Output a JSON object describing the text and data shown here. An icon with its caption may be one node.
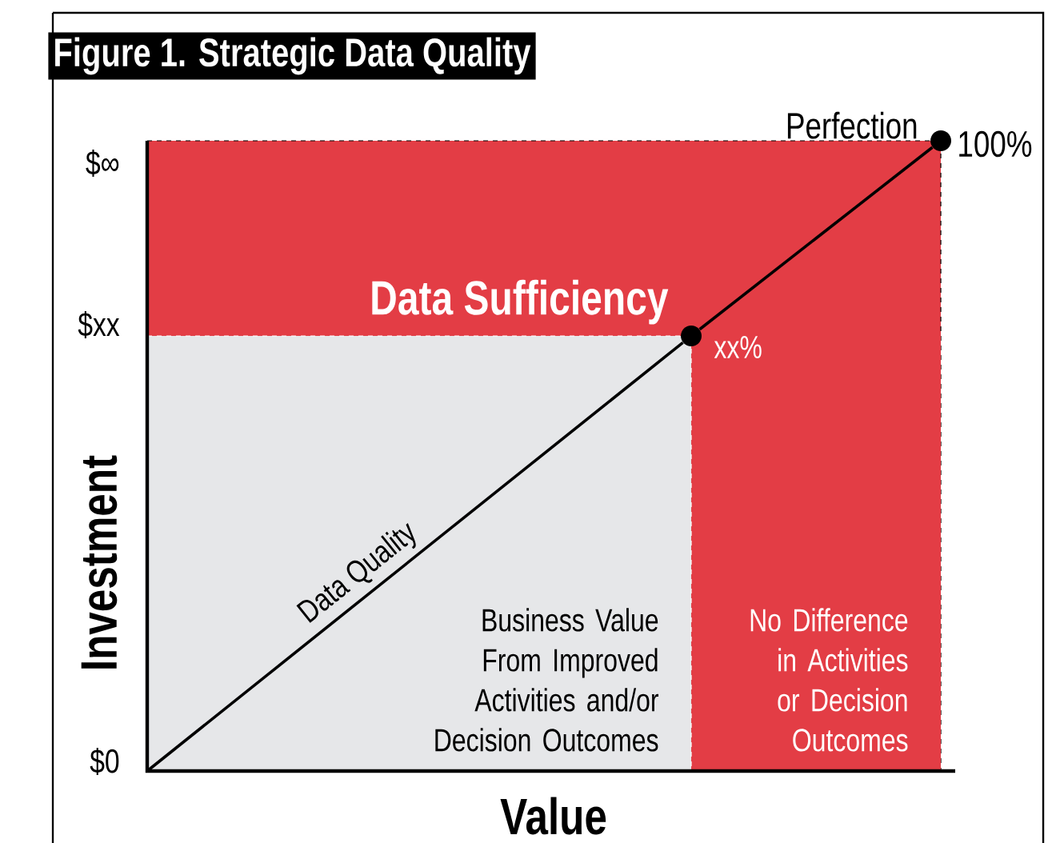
{
  "diagram": {
    "title": "Figure 1. Strategic Data Quality",
    "nodes": [
      {
        "text": [
          "Business Value From Improved Activities and/or Decision Outcomes"
        ]
      },
      {
        "text": [
          "No Difference in Activities or Decision Outcomes"
        ]
      },
      {
        "text": [],
        "shape": "circle",
        "beside": [
          "Data Sufficiency",
          "xx%"
        ]
      },
      {
        "text": [],
        "shape": "circle",
        "beside": [
          "Perfection",
          "100%"
        ]
      }
    ],
    "edges": [
      {
        "from": null,
        "to": 2,
        "arrow": "none",
        "label": "Data Quality"
      },
      {
        "from": 2,
        "to": 3,
        "arrow": "none"
      }
    ],
    "labels": [
      "$∞",
      "$xx",
      "$0",
      "Investment",
      "Value"
    ]
  }
}
